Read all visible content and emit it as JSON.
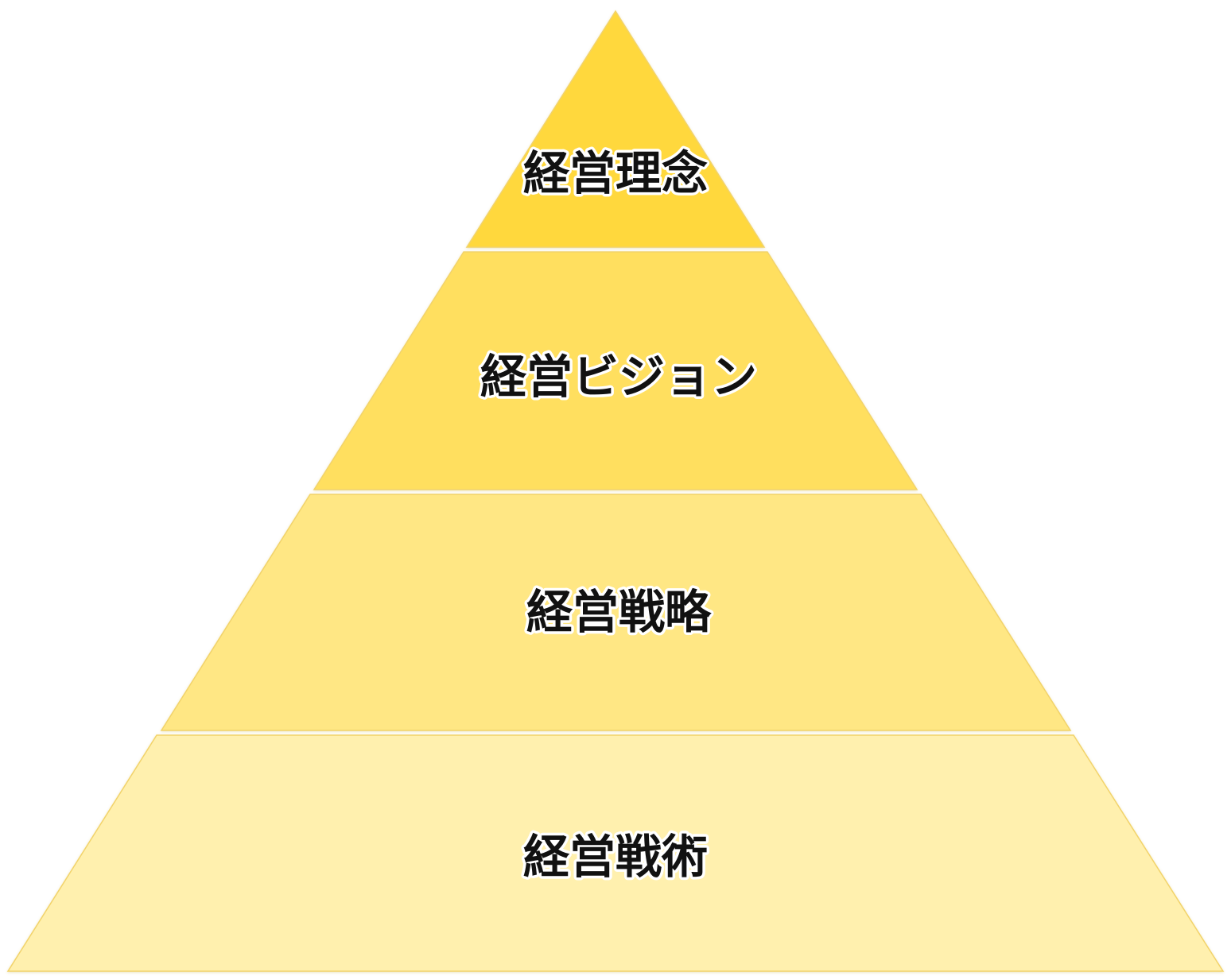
{
  "pyramid": {
    "tiers": [
      {
        "label": "経営理念",
        "color": "#FFD83D"
      },
      {
        "label": "経営ビジョン",
        "color": "#FFDF5E"
      },
      {
        "label": "経営戦略",
        "color": "#FFE784"
      },
      {
        "label": "経営戦術",
        "color": "#FFF0AE"
      }
    ],
    "outline_color": "#F2D36A"
  }
}
